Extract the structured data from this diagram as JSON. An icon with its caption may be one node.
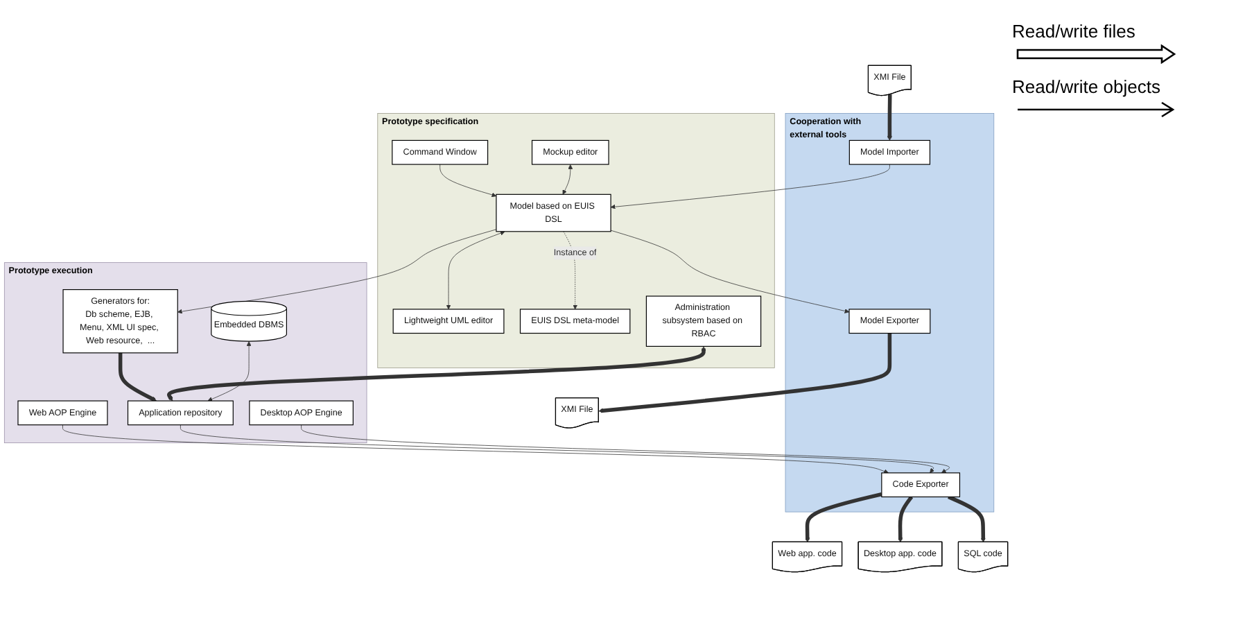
{
  "diagram": {
    "nodes": [
      {
        "text": [
          "Prototype specification"
        ]
      },
      {
        "text": [
          "Command Window"
        ],
        "in": 0
      },
      {
        "text": [
          "Lightweight UML editor"
        ],
        "in": 0
      },
      {
        "text": [
          "Mockup editor"
        ],
        "in": 0
      },
      {
        "text": [
          "EUIS DSL meta-model"
        ],
        "in": 0
      },
      {
        "text": [
          "Model based on EUIS DSL"
        ],
        "in": 0
      },
      {
        "text": [
          "Administration subsystem based on RBAC"
        ],
        "in": 0
      },
      {
        "text": [
          "Prototype execution"
        ]
      },
      {
        "text": [
          "Generators for:",
          "Db scheme, EJB, Menu, XML UI spec, Web resource,  ..."
        ],
        "in": 7
      },
      {
        "text": [
          "Web AOP Engine"
        ],
        "in": 7
      },
      {
        "text": [
          "Application repository"
        ],
        "in": 7
      },
      {
        "text": [
          "Desktop AOP Engine"
        ],
        "in": 7
      },
      {
        "text": [
          "Embedded DBMS"
        ],
        "in": 7
      },
      {
        "text": [
          "Cooperation with external tools"
        ]
      },
      {
        "text": [
          "Model Importer"
        ],
        "in": 13
      },
      {
        "text": [
          "Model Exporter"
        ],
        "in": 13
      },
      {
        "text": [
          "Code Exporter"
        ],
        "in": 13
      },
      {
        "text": [
          "XMI File"
        ]
      },
      {
        "text": [
          "XMI File"
        ]
      },
      {
        "text": [
          "Web app. code"
        ]
      },
      {
        "text": [
          "Desktop app. code"
        ]
      },
      {
        "text": [
          "SQL code"
        ]
      }
    ],
    "edges": [
      {
        "from": 1,
        "to": 5,
        "arrow": "to"
      },
      {
        "from": 5,
        "to": 2,
        "arrow": "both"
      },
      {
        "from": 3,
        "to": 5,
        "arrow": "both"
      },
      {
        "from": 5,
        "to": 4,
        "arrow": "to",
        "style": "dashed",
        "label": "Instance of"
      },
      {
        "from": 14,
        "to": 5,
        "arrow": "to"
      },
      {
        "from": 5,
        "to": 15,
        "arrow": "to"
      },
      {
        "from": 5,
        "to": 8,
        "arrow": "to"
      },
      {
        "from": 17,
        "to": 14,
        "arrow": "to",
        "style": "thick"
      },
      {
        "from": 15,
        "to": 18,
        "arrow": "to",
        "style": "thick"
      },
      {
        "from": 8,
        "to": 10,
        "arrow": "to",
        "style": "thick"
      },
      {
        "from": 6,
        "to": 10,
        "arrow": "both",
        "style": "thick"
      },
      {
        "from": 12,
        "to": 10,
        "arrow": "both"
      },
      {
        "from": 9,
        "to": 16,
        "arrow": "to"
      },
      {
        "from": 10,
        "to": 16,
        "arrow": "to"
      },
      {
        "from": 11,
        "to": 16,
        "arrow": "to"
      },
      {
        "from": 16,
        "to": 19,
        "arrow": "to",
        "style": "thick"
      },
      {
        "from": 16,
        "to": 20,
        "arrow": "to",
        "style": "thick"
      },
      {
        "from": 16,
        "to": 21,
        "arrow": "to",
        "style": "thick"
      }
    ],
    "legend": [
      {
        "text": "Read/write files"
      },
      {
        "text": "Read/write objects"
      }
    ]
  }
}
